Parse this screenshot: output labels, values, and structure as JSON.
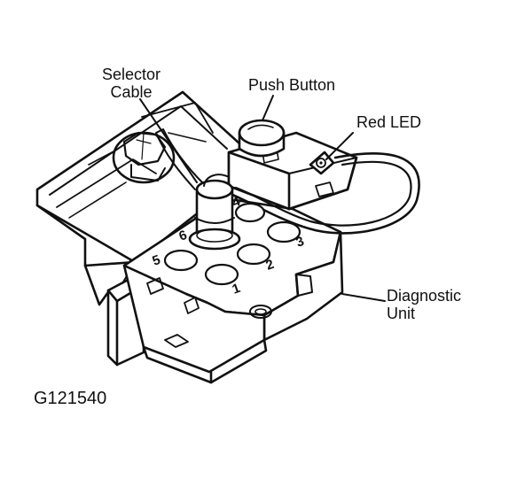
{
  "labels": {
    "selector_cable_line1": "Selector",
    "selector_cable_line2": "Cable",
    "push_button": "Push Button",
    "red_led": "Red LED",
    "diagnostic_unit_line1": "Diagnostic",
    "diagnostic_unit_line2": "Unit"
  },
  "figure_id": "G121540",
  "port_numbers": [
    "1",
    "2",
    "3",
    "4",
    "5",
    "6"
  ],
  "colors": {
    "ink": "#111111",
    "paper": "#ffffff"
  }
}
